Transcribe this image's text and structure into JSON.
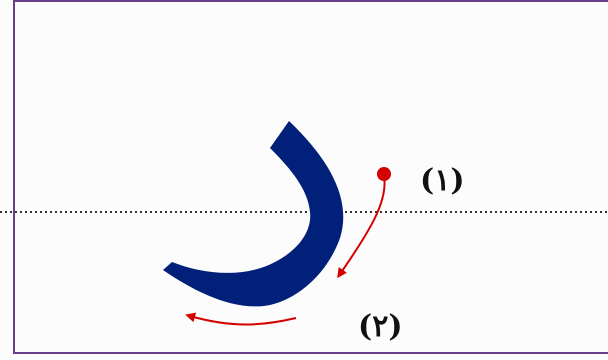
{
  "colors": {
    "letter": "#00207a",
    "stroke_guide": "#d40000",
    "baseline": "#333333",
    "frame": "#6a3c8c"
  },
  "letter": {
    "glyph_name": "dal",
    "icon": "arabic-letter-dal-icon"
  },
  "steps": [
    {
      "label": "(١)"
    },
    {
      "label": "(٢)"
    }
  ]
}
